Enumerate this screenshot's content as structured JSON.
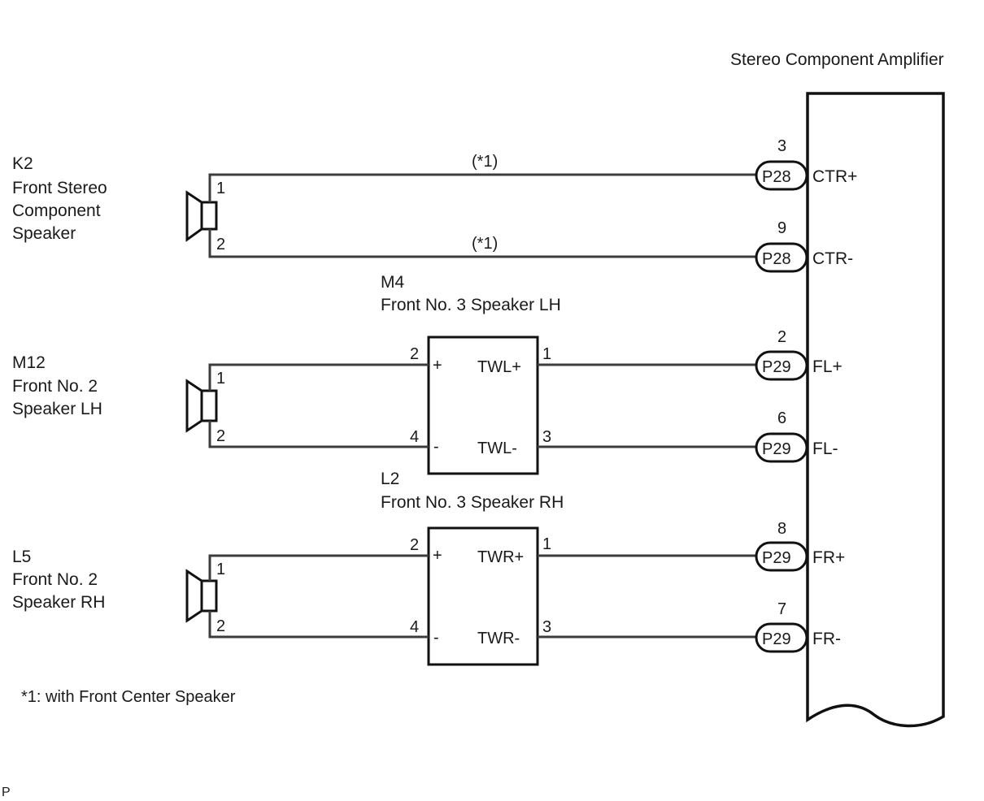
{
  "amplifier": {
    "title": "Stereo Component Amplifier"
  },
  "speakers": [
    {
      "code": "K2",
      "name_lines": [
        "Front Stereo",
        "Component",
        "Speaker"
      ],
      "pin_top": "1",
      "pin_bottom": "2"
    },
    {
      "code": "M12",
      "name_lines": [
        "Front No. 2",
        "Speaker LH"
      ],
      "pin_top": "1",
      "pin_bottom": "2"
    },
    {
      "code": "L5",
      "name_lines": [
        "Front No. 2",
        "Speaker RH"
      ],
      "pin_top": "1",
      "pin_bottom": "2"
    }
  ],
  "wire_notes": [
    "(*1)",
    "(*1)"
  ],
  "tweeters": [
    {
      "code": "M4",
      "name": "Front No. 3 Speaker LH",
      "in_pos_pin": "2",
      "in_neg_pin": "4",
      "in_pos_sign": "+",
      "in_neg_sign": "-",
      "out_pos_label": "TWL+",
      "out_neg_label": "TWL-",
      "out_pos_pin": "1",
      "out_neg_pin": "3"
    },
    {
      "code": "L2",
      "name": "Front No. 3 Speaker RH",
      "in_pos_pin": "2",
      "in_neg_pin": "4",
      "in_pos_sign": "+",
      "in_neg_sign": "-",
      "out_pos_label": "TWR+",
      "out_neg_label": "TWR-",
      "out_pos_pin": "1",
      "out_neg_pin": "3"
    }
  ],
  "connectors": [
    {
      "pin": "3",
      "connector": "P28",
      "terminal": "CTR+"
    },
    {
      "pin": "9",
      "connector": "P28",
      "terminal": "CTR-"
    },
    {
      "pin": "2",
      "connector": "P29",
      "terminal": "FL+"
    },
    {
      "pin": "6",
      "connector": "P29",
      "terminal": "FL-"
    },
    {
      "pin": "8",
      "connector": "P29",
      "terminal": "FR+"
    },
    {
      "pin": "7",
      "connector": "P29",
      "terminal": "FR-"
    }
  ],
  "footnote": "*1: with Front Center Speaker",
  "corner_mark": "P"
}
